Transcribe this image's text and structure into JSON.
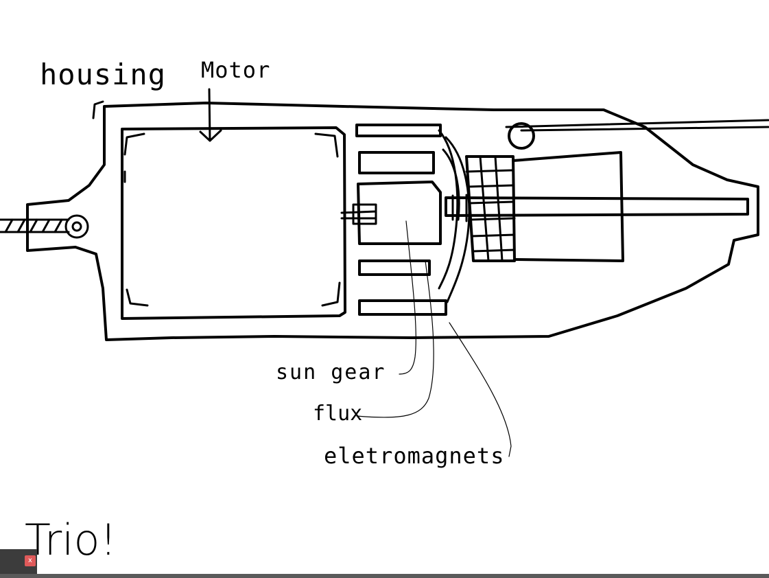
{
  "labels": {
    "housing": "housing",
    "motor": "Motor",
    "sun_gear": "sun gear",
    "flux": "flux",
    "electromagnets": "eletromagnets",
    "signature": "Trio!"
  },
  "taskbar": {
    "close_glyph": "x"
  },
  "colors": {
    "ink": "#000000",
    "paper": "#ffffff",
    "close": "#e05a5a"
  }
}
